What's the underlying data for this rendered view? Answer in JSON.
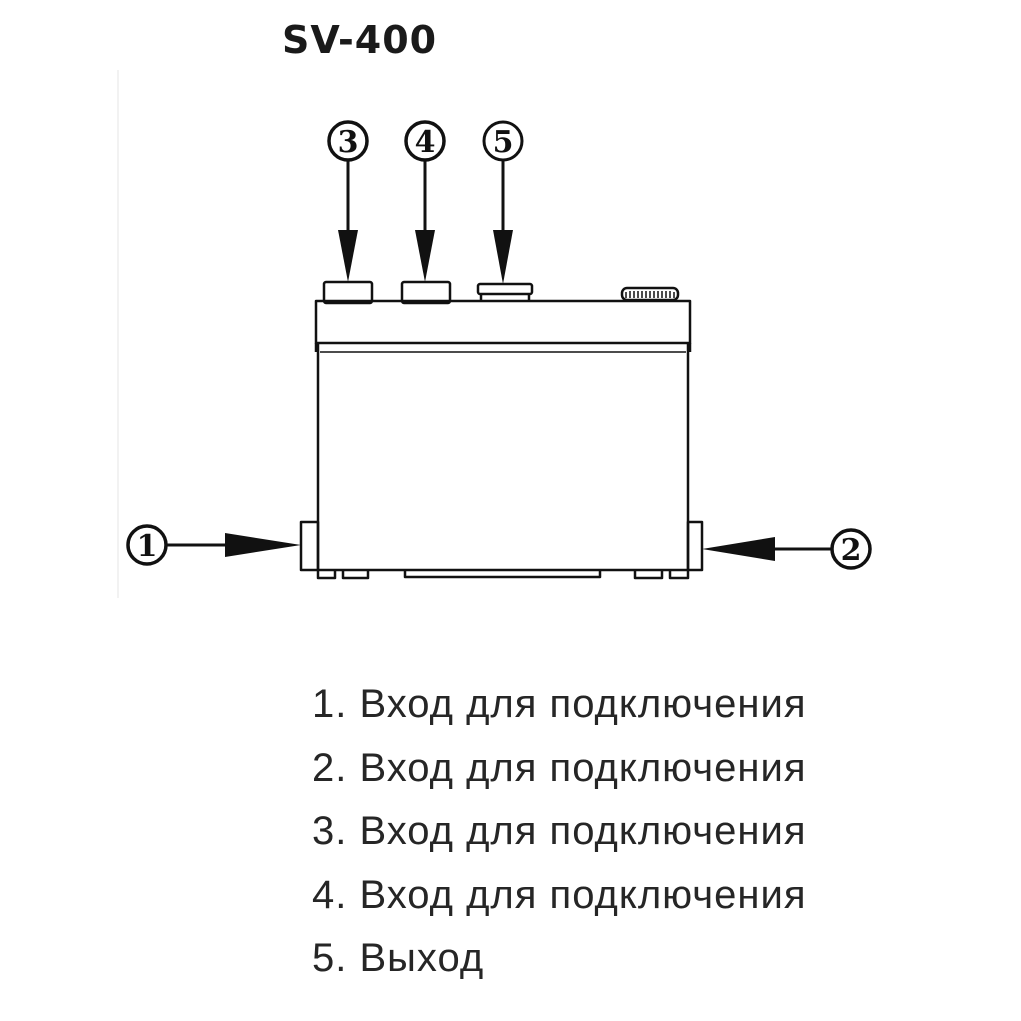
{
  "title": "SV-400",
  "callouts": [
    {
      "num": "1"
    },
    {
      "num": "2"
    },
    {
      "num": "3"
    },
    {
      "num": "4"
    },
    {
      "num": "5"
    }
  ],
  "legend": [
    "1. Вход для подключения",
    "2. Вход для подключения",
    "3. Вход для подключения",
    "4. Вход для подключения",
    "5. Выход"
  ]
}
